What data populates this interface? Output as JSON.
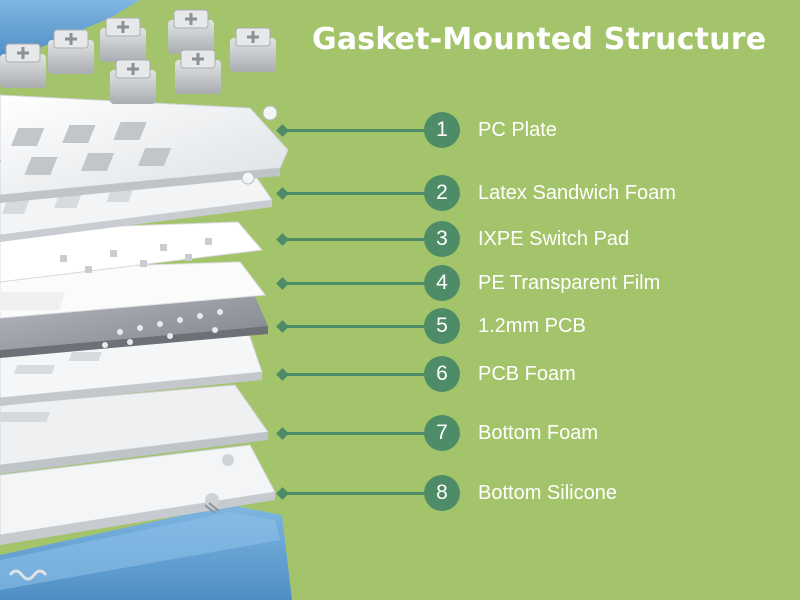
{
  "title": "Gasket-Mounted Structure",
  "colors": {
    "background": "#a3c46a",
    "accent": "#4e8c68",
    "text": "#ffffff",
    "case_blue": "#6ea6d6",
    "plate": "#f1f3f5",
    "pcb": "#9a9fa6",
    "switch_housing": "#c9cccd"
  },
  "layers": [
    {
      "number": "1",
      "label": "PC Plate"
    },
    {
      "number": "2",
      "label": "Latex Sandwich Foam"
    },
    {
      "number": "3",
      "label": "IXPE Switch Pad"
    },
    {
      "number": "4",
      "label": "PE Transparent Film"
    },
    {
      "number": "5",
      "label": "1.2mm PCB"
    },
    {
      "number": "6",
      "label": "PCB Foam"
    },
    {
      "number": "7",
      "label": "Bottom Foam"
    },
    {
      "number": "8",
      "label": "Bottom Silicone"
    }
  ]
}
